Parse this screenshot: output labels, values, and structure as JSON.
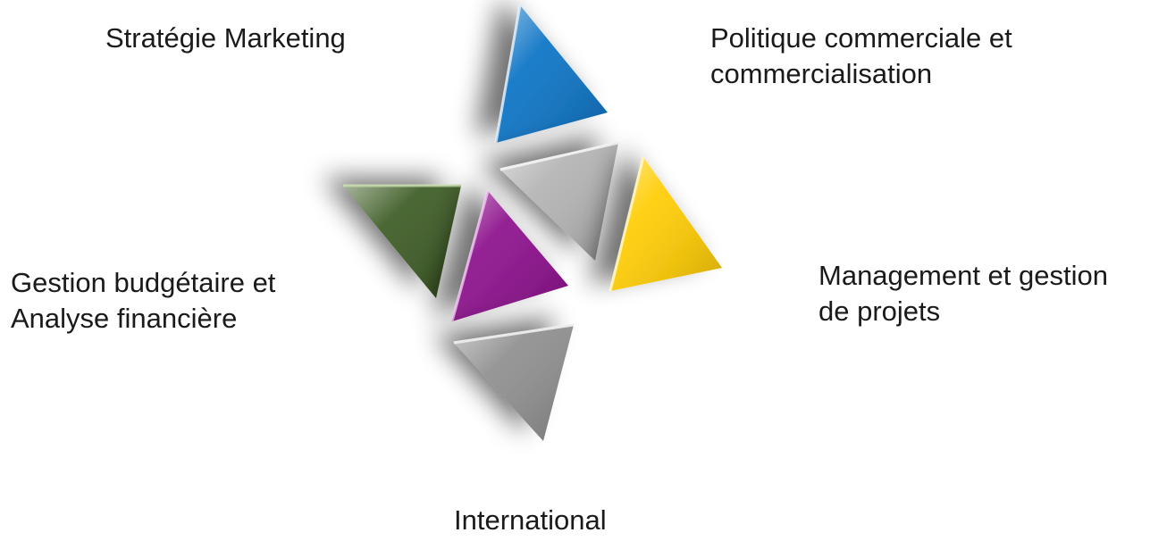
{
  "labels": {
    "strategie_marketing": "Stratégie Marketing",
    "politique_commerciale": [
      "Politique commerciale et",
      "commercialisation"
    ],
    "gestion_budgetaire": [
      "Gestion budgétaire et",
      "Analyse financière"
    ],
    "management": [
      "Management et gestion",
      "de projets"
    ],
    "international": "International"
  },
  "colors": {
    "blue": "#0a72c4",
    "gray_light": "#b3b3b3",
    "yellow": "#ffcc00",
    "green": "#3b5a22",
    "purple": "#8b0d8b",
    "gray": "#8e8e8e"
  }
}
